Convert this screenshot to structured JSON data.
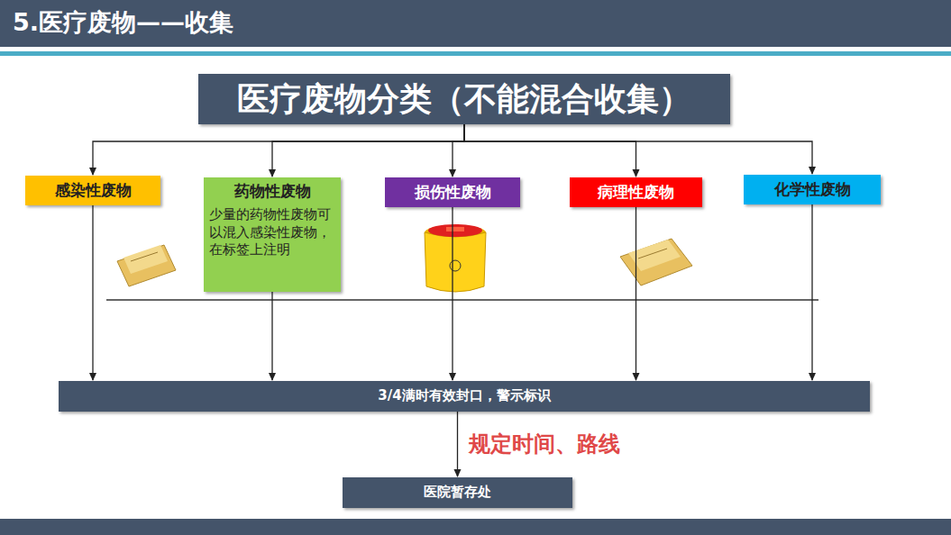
{
  "diagram": {
    "title": "5.医疗废物——收集",
    "nodes": [
      {
        "text": [
          "医疗废物分类（不能混合收集）"
        ]
      },
      {
        "text": [
          "感染性废物"
        ]
      },
      {
        "text": [
          "药物性废物",
          "少量的药物性废物可以混入感染性废物，在标签上注明"
        ]
      },
      {
        "text": [
          "损伤性废物"
        ]
      },
      {
        "text": [
          "病理性废物"
        ]
      },
      {
        "text": [
          "化学性废物"
        ]
      },
      {
        "text": [
          "3/4满时有效封口，警示标识"
        ]
      },
      {
        "text": [
          "医院暂存处"
        ]
      }
    ],
    "edges": [
      {
        "from": 0,
        "to": 1,
        "arrow": "to"
      },
      {
        "from": 0,
        "to": 2,
        "arrow": "to"
      },
      {
        "from": 0,
        "to": 3,
        "arrow": "to"
      },
      {
        "from": 0,
        "to": 4,
        "arrow": "to"
      },
      {
        "from": 0,
        "to": 5,
        "arrow": "to"
      },
      {
        "from": 1,
        "to": 6,
        "arrow": "to"
      },
      {
        "from": 2,
        "to": 6,
        "arrow": "to"
      },
      {
        "from": 3,
        "to": 6,
        "arrow": "to"
      },
      {
        "from": 4,
        "to": 6,
        "arrow": "to"
      },
      {
        "from": 5,
        "to": 6,
        "arrow": "to"
      },
      {
        "from": 6,
        "to": 7,
        "label": "规定时间、路线",
        "arrow": "to"
      }
    ]
  }
}
